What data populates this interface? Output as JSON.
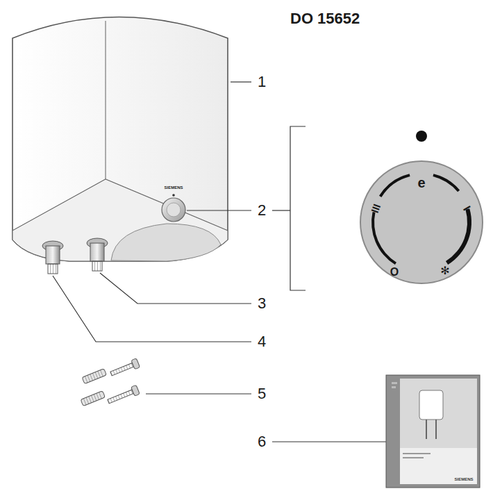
{
  "diagram": {
    "title": "DO 15652",
    "labels": [
      "1",
      "2",
      "3",
      "4",
      "5",
      "6",
      "SIEMENS",
      "e",
      "III",
      "I",
      "O",
      "✻",
      "SIEMENS"
    ]
  }
}
